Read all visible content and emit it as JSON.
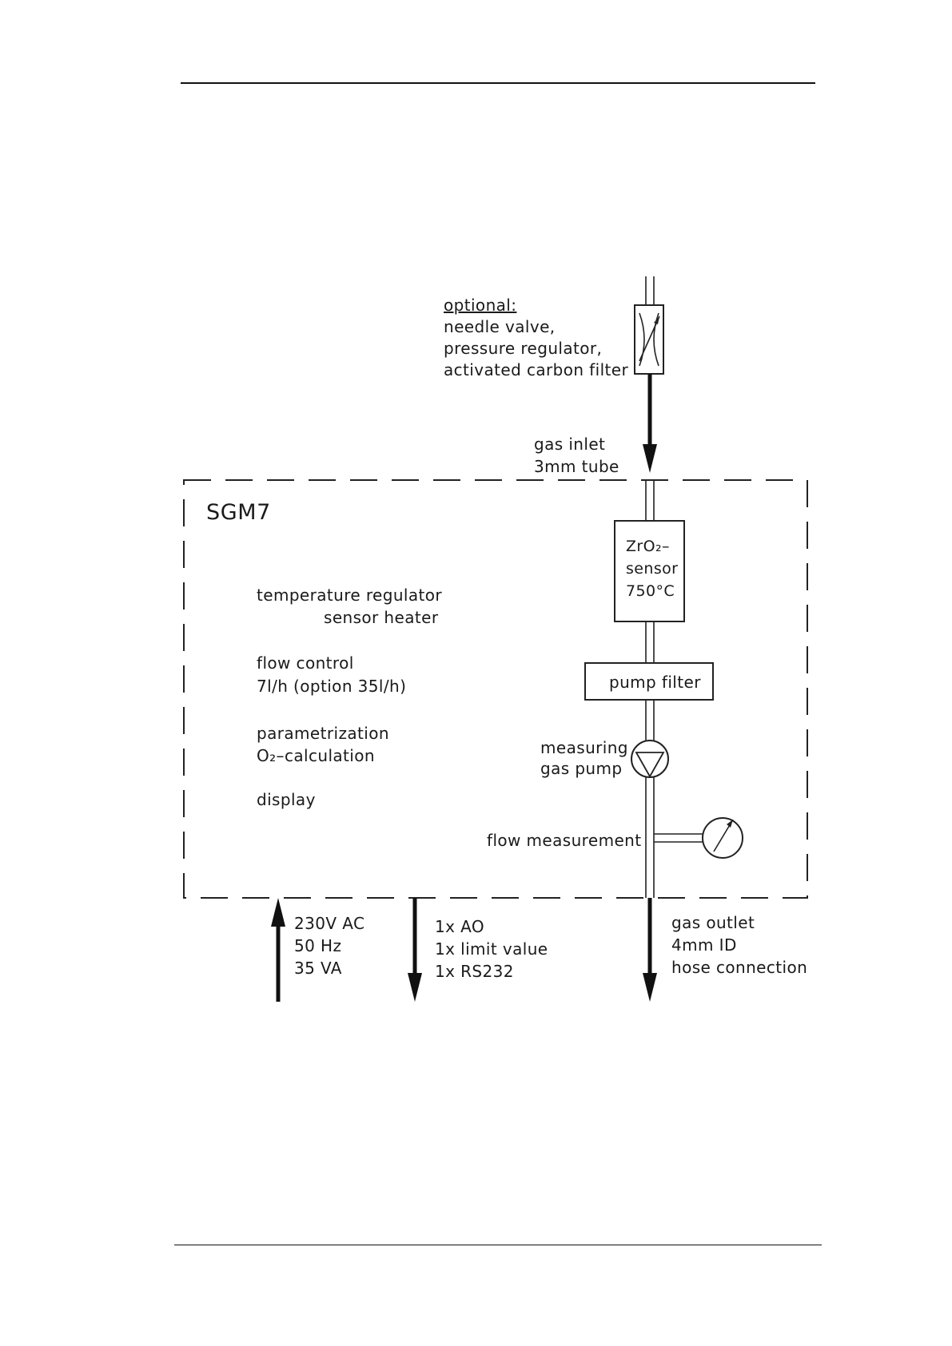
{
  "diagram": {
    "optional": {
      "heading": "optional:",
      "lines": [
        "needle valve,",
        "pressure regulator,",
        "activated carbon filter"
      ]
    },
    "gas_inlet": [
      "gas inlet",
      "3mm tube"
    ],
    "device_name": "SGM7",
    "functions": {
      "temp_regulator": [
        "temperature regulator",
        "sensor heater"
      ],
      "flow_control": [
        "flow control",
        "7l/h (option 35l/h)"
      ],
      "parametrization": [
        "parametrization",
        "O₂–calculation"
      ],
      "display": "display"
    },
    "sensor": [
      "ZrO₂–",
      "sensor",
      "750°C"
    ],
    "pump_filter": "pump filter",
    "gas_pump": [
      "measuring",
      "gas pump"
    ],
    "flow_measurement": "flow measurement",
    "power": [
      "230V AC",
      "50 Hz",
      "35 VA"
    ],
    "signals": [
      "1x AO",
      "1x limit value",
      "1x RS232"
    ],
    "gas_outlet": [
      "gas outlet",
      "4mm ID",
      "hose connection"
    ]
  }
}
